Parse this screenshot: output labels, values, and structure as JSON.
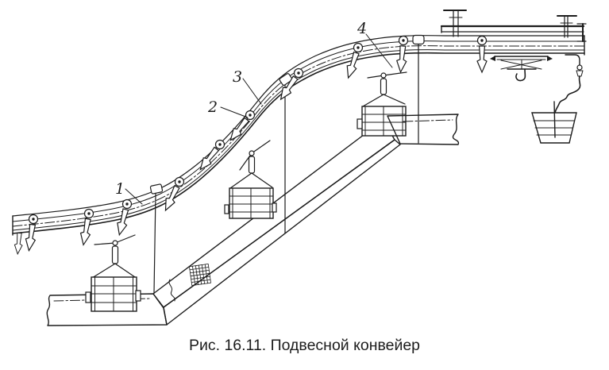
{
  "figure": {
    "caption": "Рис. 16.11. Подвесной конвейер",
    "part_labels": [
      {
        "text": "1"
      },
      {
        "text": "2"
      },
      {
        "text": "3"
      },
      {
        "text": "4"
      }
    ]
  },
  "colors": {
    "ink": "#1c1c1c",
    "paper": "#ffffff"
  }
}
